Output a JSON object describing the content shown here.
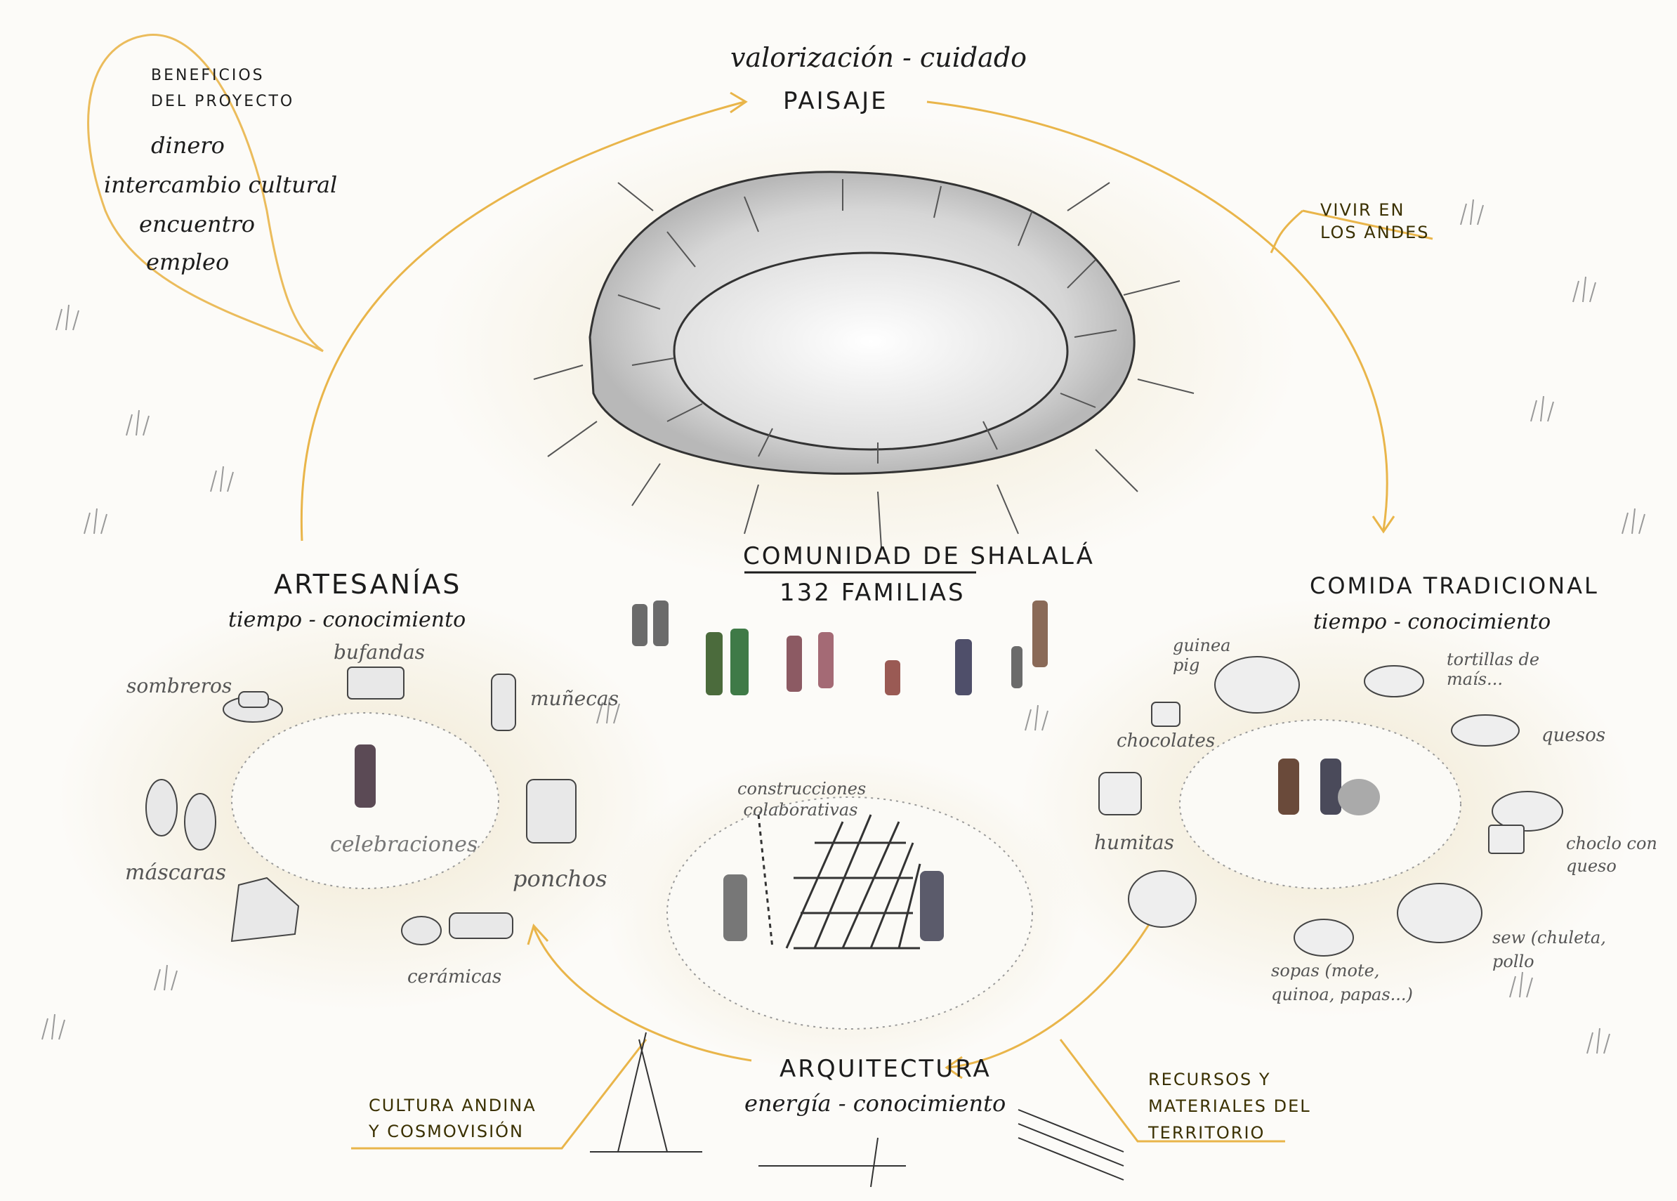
{
  "top": {
    "line1": "valorización - cuidado",
    "line2": "PAISAJE"
  },
  "benefits": {
    "heading1": "BENEFICIOS",
    "heading2": "DEL PROYECTO",
    "items": [
      "dinero",
      "intercambio cultural",
      "encuentro",
      "empleo"
    ]
  },
  "andes": {
    "line1": "VIVIR EN",
    "line2": "LOS ANDES"
  },
  "community": {
    "name": "COMUNIDAD DE SHALALÁ",
    "families": "132 FAMILIAS"
  },
  "artesanias": {
    "title": "ARTESANÍAS",
    "subtitle": "tiempo - conocimiento",
    "center": "celebraciones",
    "items": {
      "bufandas": "bufandas",
      "sombreros": "sombreros",
      "munecas": "muñecas",
      "mascaras": "máscaras",
      "ponchos": "ponchos",
      "ceramicas": "cerámicas"
    }
  },
  "comida": {
    "title": "COMIDA TRADICIONAL",
    "subtitle": "tiempo - conocimiento",
    "items": {
      "guinea": "guinea pig",
      "tortillas": "tortillas de maís...",
      "chocolates": "chocolates",
      "quesos": "quesos",
      "humitas": "humitas",
      "choclo": "choclo con queso",
      "sopas": "sopas (mote, quinoa, papas...)",
      "seco": "sew (chuleta, pollo"
    }
  },
  "arquitectura": {
    "center": "construcciones colaborativas",
    "title": "ARQUITECTURA",
    "subtitle": "energía - conocimiento"
  },
  "cultura": {
    "line1": "CULTURA ANDINA",
    "line2": "Y COSMOVISIÓN"
  },
  "recursos": {
    "line1": "RECURSOS Y",
    "line2": "MATERIALES DEL",
    "line3": "TERRITORIO"
  },
  "colors": {
    "accent": "#e9b54a",
    "ink": "#1c1c1c",
    "wash": "#efe6cc"
  }
}
